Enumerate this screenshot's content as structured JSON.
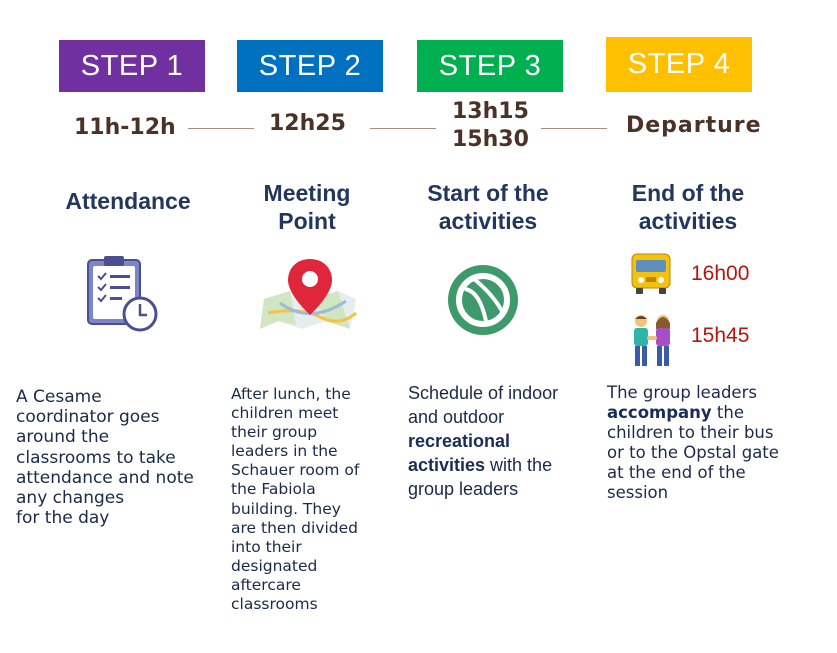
{
  "steps": [
    {
      "label": "STEP 1",
      "color": "#7030a0",
      "time_lines": [
        "11h-12h"
      ],
      "title_lines": [
        "Attendance"
      ],
      "icon": "clipboard-checklist-clock-icon",
      "description_lines": [
        "A Cesame",
        "coordinator goes",
        "around the",
        "classrooms to take",
        "attendance and note",
        "any changes",
        "for the day"
      ]
    },
    {
      "label": "STEP 2",
      "color": "#0070c0",
      "time_lines": [
        "12h25"
      ],
      "title_lines": [
        "Meeting",
        "Point"
      ],
      "icon": "map-pin-icon",
      "description_lines": [
        "After lunch, the",
        "children meet",
        "their group",
        "leaders in the",
        "Schauer room of",
        "the Fabiola",
        "building. They",
        "are then divided",
        "into their",
        "designated",
        "aftercare",
        "classrooms"
      ]
    },
    {
      "label": "STEP 3",
      "color": "#00b050",
      "time_lines": [
        "13h15",
        "15h30"
      ],
      "title_lines": [
        "Start of the",
        "activities"
      ],
      "icon": "tennis-ball-icon",
      "description": {
        "line1": "Schedule of indoor",
        "line2": "and outdoor",
        "bold1": "recreational",
        "bold2": "activities",
        "rest2": " with the",
        "line5": "group leaders"
      }
    },
    {
      "label": "STEP 4",
      "color": "#ffc000",
      "time_lines": [
        "Departure"
      ],
      "title_lines": [
        "End of the",
        "activities"
      ],
      "departures": [
        {
          "icon": "school-bus-icon",
          "time": "16h00"
        },
        {
          "icon": "couple-walking-icon",
          "time": "15h45"
        }
      ],
      "description": {
        "line1": "The group leaders",
        "bold": "accompany",
        "rest2": " the",
        "line3": "children to their bus",
        "line4": "or to the Opstal gate",
        "line5": "at the end of the",
        "line6": "session"
      }
    }
  ]
}
